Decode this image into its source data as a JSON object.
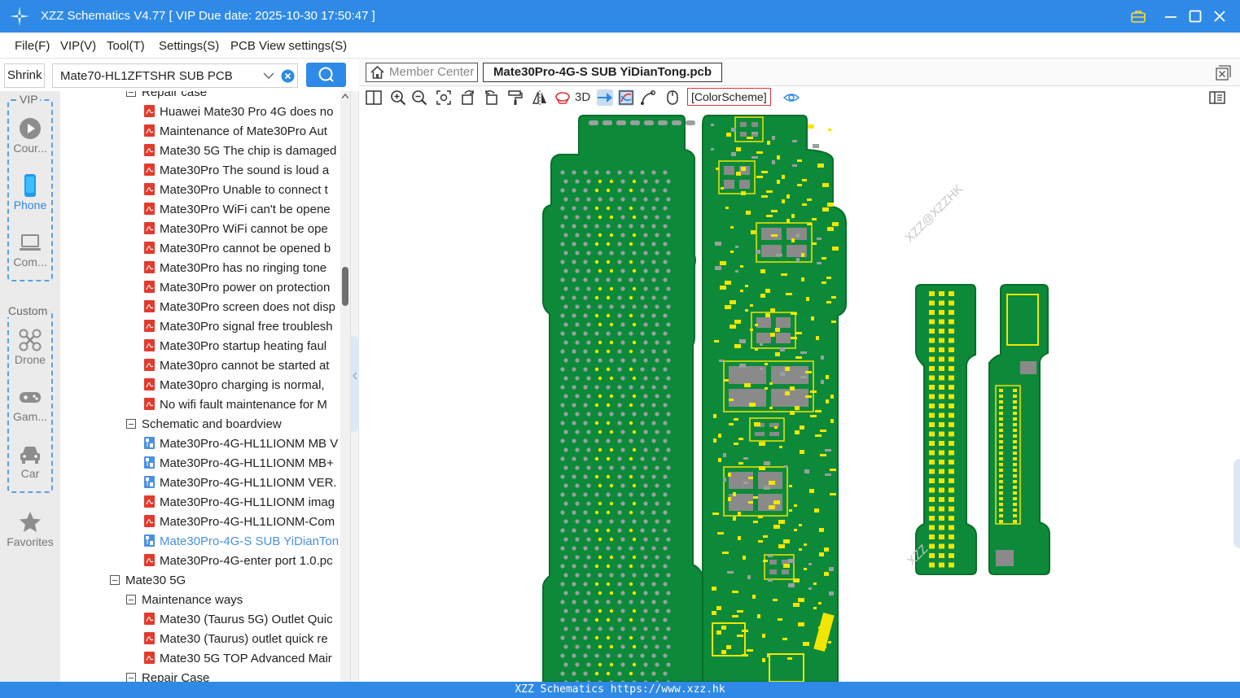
{
  "window": {
    "title": "XZZ Schematics V4.77 [ VIP Due date: 2025-10-30 17:50:47 ]"
  },
  "menu": [
    "File(F)",
    "VIP(V)",
    "Tool(T)",
    "Settings(S)",
    "PCB View settings(S)"
  ],
  "search": {
    "shrink_label": "Shrink",
    "value": "Mate70-HL1ZFTSHR SUB PCB"
  },
  "rail": {
    "vip_title": "VIP",
    "custom_title": "Custom",
    "items": [
      "Cour...",
      "Phone",
      "Com...",
      "Drone",
      "Gam...",
      "Car"
    ],
    "favorites": "Favorites",
    "active_color": "#2e8ae6"
  },
  "tree": {
    "rows": [
      "Repair case",
      "Huawei Mate30 Pro 4G does no",
      "Maintenance of Mate30Pro Aut",
      "Mate30 5G The chip is damaged",
      "Mate30Pro The sound is loud a",
      "Mate30Pro Unable to connect t",
      "Mate30Pro WiFi can't be opene",
      "Mate30Pro WiFi cannot be ope",
      "Mate30Pro cannot be opened b",
      "Mate30Pro has no ringing tone",
      "Mate30Pro power on protection",
      "Mate30Pro screen does not disp",
      "Mate30Pro signal free troublesh",
      "Mate30Pro startup heating faul",
      "Mate30pro cannot be started at",
      "Mate30pro charging is normal,",
      "No wifi fault maintenance for M",
      "Schematic and boardview",
      "Mate30Pro-4G-HL1LIONM MB V",
      "Mate30Pro-4G-HL1LIONM MB+",
      "Mate30Pro-4G-HL1LIONM VER.",
      "Mate30Pro-4G-HL1LIONM imag",
      "Mate30Pro-4G-HL1LIONM-Com",
      "Mate30Pro-4G-S SUB YiDianTon",
      "Mate30Pro-4G-enter port 1.0.pc",
      "Mate30 5G",
      "Maintenance ways",
      "Mate30 (Taurus 5G) Outlet Quic",
      "Mate30 (Taurus) outlet quick re",
      "Mate30 5G TOP Advanced Mair",
      "Repair Case"
    ],
    "active_color": "#4a90e2",
    "pdf_color": "#e23b2e",
    "board_color": "#4a90e2"
  },
  "tabs": {
    "member": "Member Center",
    "pcb": "Mate30Pro-4G-S SUB YiDianTong.pcb"
  },
  "toolbar": {
    "threed_label": "3D",
    "colorscheme_label": "[ColorScheme]"
  },
  "canvas": {
    "watermarks": [
      "XZZ@XZZHK",
      "XZZ"
    ],
    "board_color": "#0c8a3a",
    "board_edge": "#0a6e2c",
    "pad_color": "#f2e600",
    "hole_color": "#9aa0a0",
    "chip_color": "#8a8a8a"
  },
  "status": {
    "text": "XZZ Schematics https://www.xzz.hk"
  }
}
